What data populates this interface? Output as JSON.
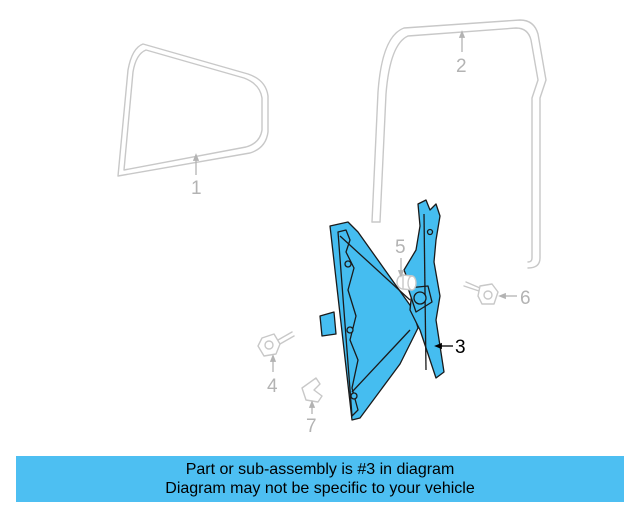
{
  "diagram": {
    "callouts": [
      {
        "id": "1",
        "label": "1"
      },
      {
        "id": "2",
        "label": "2"
      },
      {
        "id": "3",
        "label": "3"
      },
      {
        "id": "4",
        "label": "4"
      },
      {
        "id": "5",
        "label": "5"
      },
      {
        "id": "6",
        "label": "6"
      },
      {
        "id": "7",
        "label": "7"
      }
    ],
    "highlighted_part": "3",
    "colors": {
      "highlight_fill": "#45bdf0",
      "ghost_stroke": "#c8c8c8",
      "callout_gray": "#b3b3b3",
      "banner": "#4dbff2"
    }
  },
  "footer": {
    "line1": "Part or sub-assembly is #3 in diagram",
    "line2": "Diagram may not be specific to your vehicle"
  }
}
